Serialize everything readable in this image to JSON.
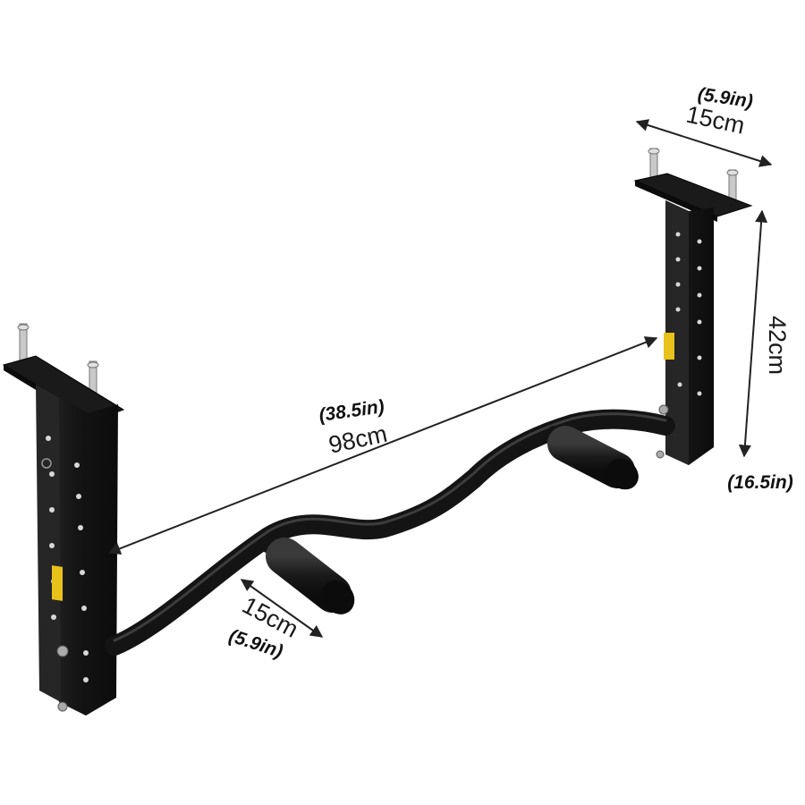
{
  "colors": {
    "frame": "#141414",
    "frame_highlight": "#3a3a3a",
    "grip": "#1f1f1f",
    "warning_label": "#e8c21a",
    "bolt": "#c9c9c9",
    "arrow": "#222222",
    "background": "#ffffff"
  },
  "dimensions": {
    "top_width": {
      "cm": "15cm",
      "in": "(5.9in)"
    },
    "height": {
      "cm": "42cm",
      "in": "(16.5in)"
    },
    "span": {
      "cm": "98cm",
      "in": "(38.5in)"
    },
    "grip_length": {
      "cm": "15cm",
      "in": "(5.9in)"
    }
  }
}
